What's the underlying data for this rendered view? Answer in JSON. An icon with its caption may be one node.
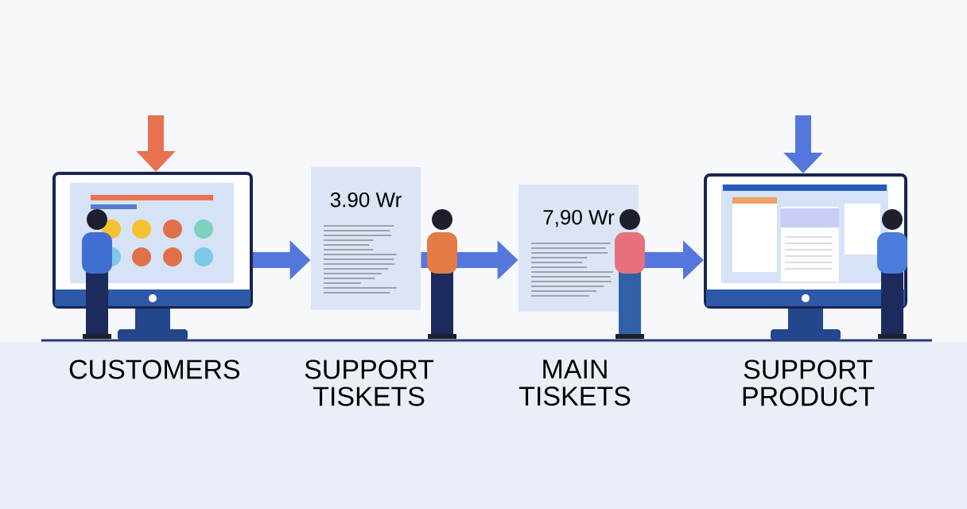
{
  "diagram": {
    "nodes": [
      {
        "text": [],
        "shape": "picture",
        "beside": [
          "CUSTOMERS"
        ]
      },
      {
        "text": [
          "3.90 Wr"
        ],
        "beside": [
          "SUPPORT TISKETS"
        ]
      },
      {
        "text": [
          "7,90 Wr"
        ],
        "beside": [
          "MAIN TISKETS"
        ]
      },
      {
        "text": [],
        "shape": "picture",
        "beside": [
          "SUPPORT PRODUCT"
        ]
      }
    ],
    "edges": [
      {
        "from": null,
        "to": 0,
        "arrow": "to",
        "color": "#e8714f"
      },
      {
        "from": 0,
        "to": 1,
        "arrow": "to"
      },
      {
        "from": 1,
        "to": 2,
        "arrow": "to"
      },
      {
        "from": 2,
        "to": 3,
        "arrow": "to"
      },
      {
        "from": null,
        "to": 3,
        "arrow": "to"
      }
    ]
  }
}
